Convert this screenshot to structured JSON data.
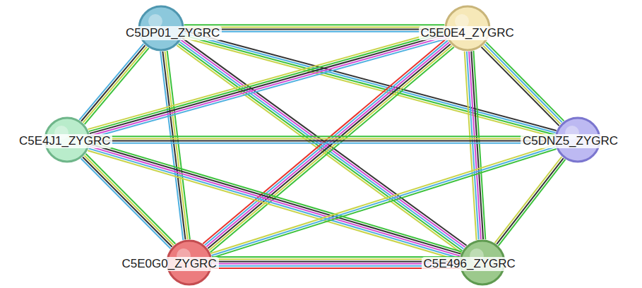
{
  "diagram": {
    "nodes": [
      {
        "text": [
          "C5DP01_ZYGRC"
        ]
      },
      {
        "text": [
          "C5E0E4_ZYGRC"
        ]
      },
      {
        "text": [
          "C5E4J1_ZYGRC"
        ]
      },
      {
        "text": [
          "C5DNZ5_ZYGRC"
        ]
      },
      {
        "text": [
          "C5E0G0_ZYGRC"
        ]
      },
      {
        "text": [
          "C5E496_ZYGRC"
        ]
      }
    ],
    "edges": [
      {
        "from": 0,
        "to": 1,
        "arrow": "none"
      },
      {
        "from": 0,
        "to": 2,
        "arrow": "none"
      },
      {
        "from": 0,
        "to": 3,
        "arrow": "none"
      },
      {
        "from": 0,
        "to": 4,
        "arrow": "none"
      },
      {
        "from": 0,
        "to": 5,
        "arrow": "none"
      },
      {
        "from": 1,
        "to": 2,
        "arrow": "none"
      },
      {
        "from": 1,
        "to": 3,
        "arrow": "none"
      },
      {
        "from": 1,
        "to": 4,
        "arrow": "none"
      },
      {
        "from": 1,
        "to": 5,
        "arrow": "none"
      },
      {
        "from": 2,
        "to": 3,
        "arrow": "none"
      },
      {
        "from": 2,
        "to": 4,
        "arrow": "none"
      },
      {
        "from": 2,
        "to": 5,
        "arrow": "none"
      },
      {
        "from": 3,
        "to": 4,
        "arrow": "none"
      },
      {
        "from": 3,
        "to": 5,
        "arrow": "none"
      },
      {
        "from": 4,
        "to": 5,
        "arrow": "none"
      }
    ]
  }
}
